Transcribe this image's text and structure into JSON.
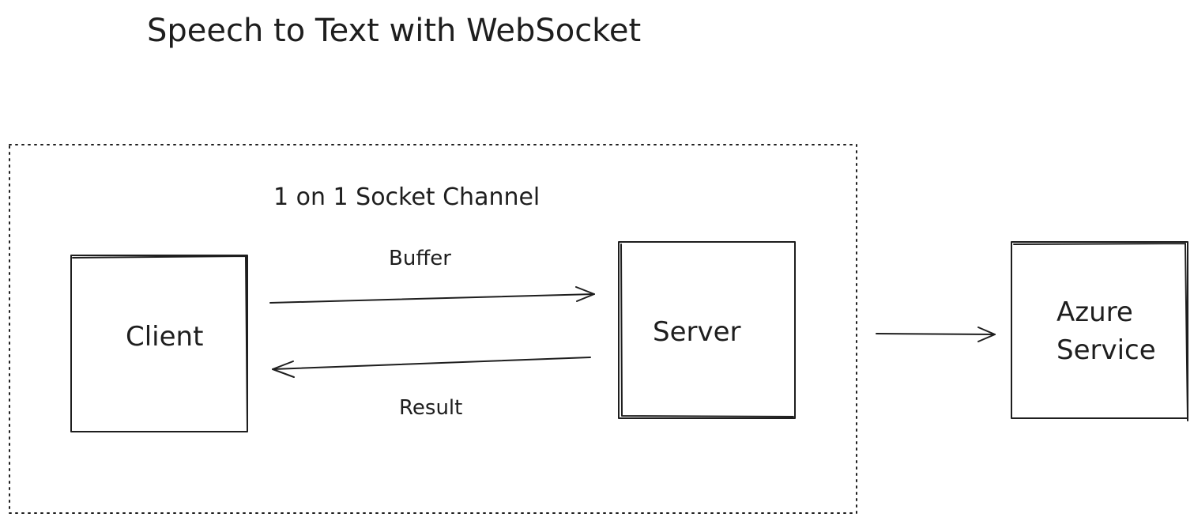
{
  "title": "Speech to Text with WebSocket",
  "group": {
    "label": "1 on 1 Socket Channel"
  },
  "nodes": {
    "client": {
      "label": "Client"
    },
    "server": {
      "label": "Server"
    },
    "azure": {
      "label_line1": "Azure",
      "label_line2": "Service"
    }
  },
  "edges": {
    "client_to_server": {
      "label": "Buffer"
    },
    "server_to_client": {
      "label": "Result"
    },
    "server_to_azure": {
      "label": ""
    }
  },
  "colors": {
    "stroke": "#1e1e1e",
    "background": "#ffffff"
  }
}
